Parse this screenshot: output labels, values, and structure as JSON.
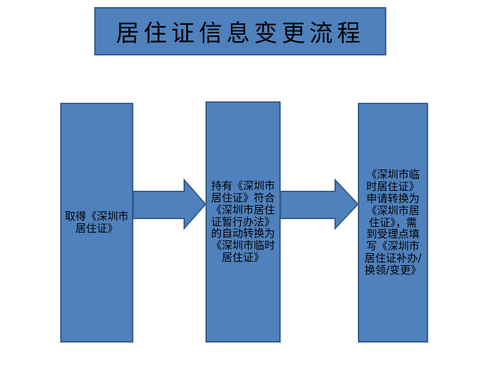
{
  "title": {
    "text": "居住证信息变更流程"
  },
  "steps": [
    {
      "id": "step-1",
      "text": "取得《深圳市\n居住证》"
    },
    {
      "id": "step-2",
      "text": "持有《深圳市\n居住证》符合\n《深圳市居住\n证暂行办法》\n的自动转换为\n《深圳市临时\n居住证》"
    },
    {
      "id": "step-3",
      "text": "《深圳市临\n时居住证》\n申请转换为\n《深圳市居\n住证》，需\n到受理点填\n写《深圳市\n居住证补办/\n换领/变更》"
    }
  ],
  "arrows": [
    {
      "name": "arrow-step1-to-step2",
      "direction": "right"
    },
    {
      "name": "arrow-step2-to-step3",
      "direction": "right"
    }
  ],
  "colors": {
    "shape_fill": "#4F81BD",
    "shape_border": "#385D8A",
    "text": "#000000",
    "background": "#FFFFFF"
  }
}
